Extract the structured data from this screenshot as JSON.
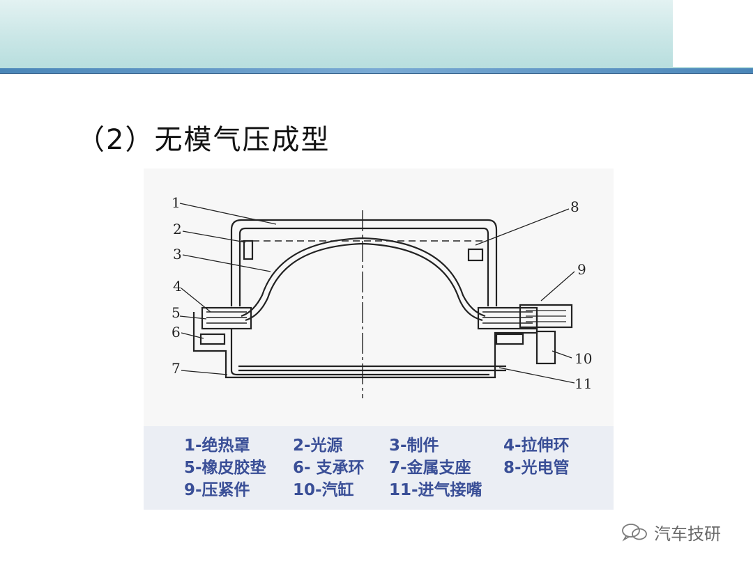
{
  "slide": {
    "title": "（2）无模气压成型"
  },
  "diagram": {
    "labels": [
      "1",
      "2",
      "3",
      "4",
      "5",
      "6",
      "7",
      "8",
      "9",
      "10",
      "11"
    ]
  },
  "legend": {
    "items": [
      "1-绝热罩",
      "2-光源",
      "3-制件",
      "4-拉伸环",
      "5-橡皮胶垫",
      "6- 支承环",
      "7-金属支座",
      "8-光电管",
      "9-压紧件",
      "10-汽缸",
      "11-进气接嘴"
    ]
  },
  "watermark": {
    "text": "汽车技研"
  },
  "colors": {
    "legend_text": "#3a4f97",
    "header_line": "#4a86b8"
  }
}
